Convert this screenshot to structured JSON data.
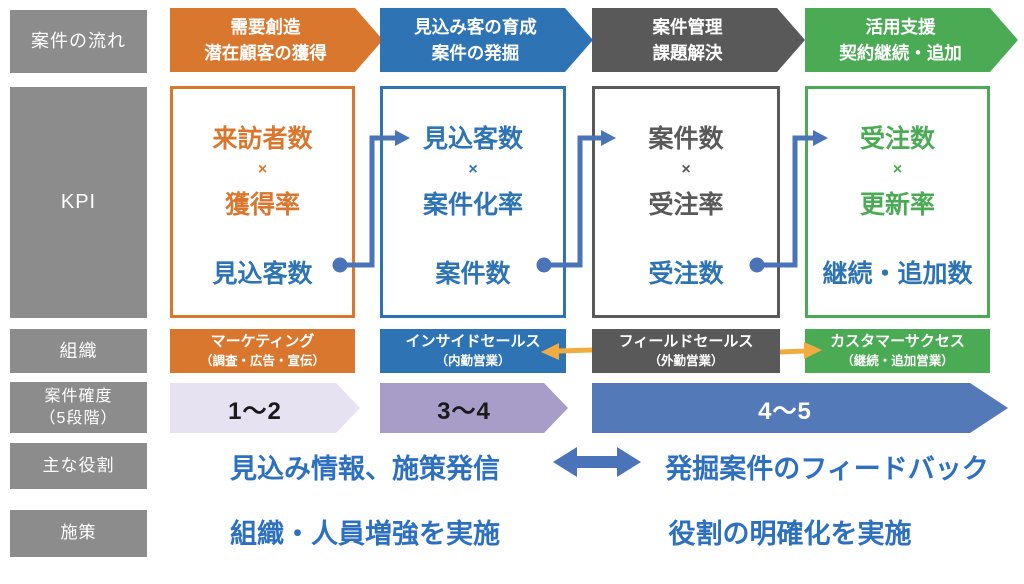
{
  "row_labels": {
    "flow": "案件の流れ",
    "kpi": "KPI",
    "org": "組織",
    "certainty_line1": "案件確度",
    "certainty_line2": "（5段階）",
    "role": "主な役割",
    "measure": "施策"
  },
  "stages": [
    {
      "banner_line1": "需要創造",
      "banner_line2": "潜在顧客の獲得",
      "kpi": {
        "factor1": "来訪者数",
        "times": "×",
        "factor2": "獲得率",
        "result": "見込客数"
      },
      "org_line1": "マーケティング",
      "org_line2": "（調査・広告・宣伝）",
      "color": "#d9772e"
    },
    {
      "banner_line1": "見込み客の育成",
      "banner_line2": "案件の発掘",
      "kpi": {
        "factor1": "見込客数",
        "times": "×",
        "factor2": "案件化率",
        "result": "案件数"
      },
      "org_line1": "インサイドセールス",
      "org_line2": "（内勤営業）",
      "color": "#2e74b5"
    },
    {
      "banner_line1": "案件管理",
      "banner_line2": "課題解決",
      "kpi": {
        "factor1": "案件数",
        "times": "×",
        "factor2": "受注率",
        "result": "受注数"
      },
      "org_line1": "フィールドセールス",
      "org_line2": "（外勤営業）",
      "color": "#595959"
    },
    {
      "banner_line1": "活用支援",
      "banner_line2": "契約継続・追加",
      "kpi": {
        "factor1": "受注数",
        "times": "×",
        "factor2": "更新率",
        "result": "継続・追加数"
      },
      "org_line1": "カスタマーサクセス",
      "org_line2": "（継続・追加営業）",
      "color": "#4bab55"
    }
  ],
  "certainty_levels": [
    {
      "label": "1〜2"
    },
    {
      "label": "3〜4"
    },
    {
      "label": "4〜5"
    }
  ],
  "roles": {
    "left": "見込み情報、施策発信",
    "right": "発掘案件のフィードバック"
  },
  "measures": {
    "left": "組織・人員増強を実施",
    "right": "役割の明確化を実施"
  },
  "colors": {
    "stage_orange": "#d9772e",
    "stage_blue": "#2e74b5",
    "stage_gray": "#595959",
    "stage_green": "#4bab55",
    "label_gray": "#8c8c8c",
    "connector_blue": "#4a73b8",
    "probability_blue": "#5479b9",
    "lavender_light": "#e6e2f1",
    "purple_mid": "#a79dc8",
    "feedback_yellow": "#f0ac3e",
    "text_blue": "#2c70bf"
  }
}
